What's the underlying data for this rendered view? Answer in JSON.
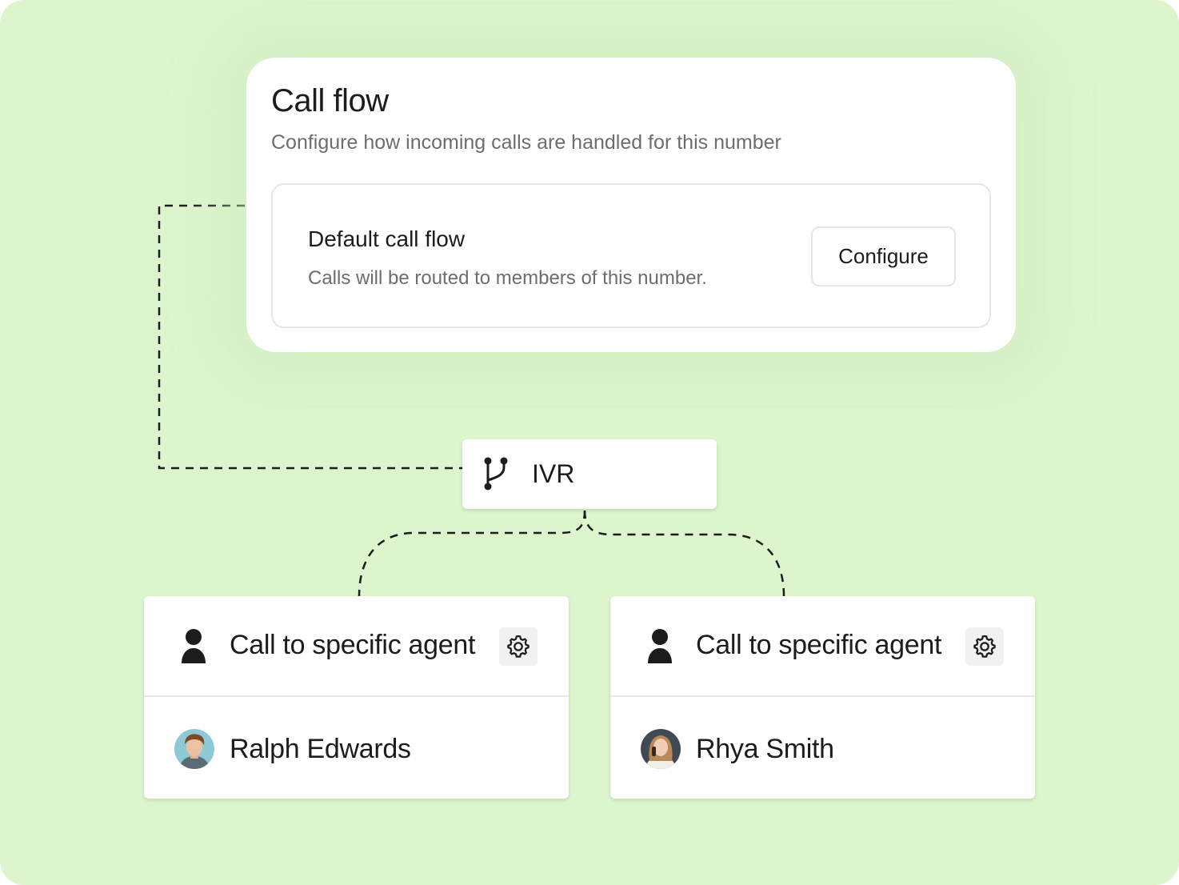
{
  "call_flow": {
    "title": "Call flow",
    "subtitle": "Configure how incoming calls are handled for this number",
    "default_flow": {
      "title": "Default call flow",
      "description": "Calls will be routed to members of this number.",
      "configure_label": "Configure"
    }
  },
  "ivr": {
    "label": "IVR",
    "icon": "branch-icon"
  },
  "agents": [
    {
      "title": "Call to specific agent",
      "icon": "person-icon",
      "settings_icon": "gear-icon",
      "name": "Ralph Edwards"
    },
    {
      "title": "Call to specific agent",
      "icon": "person-icon",
      "settings_icon": "gear-icon",
      "name": "Rhya Smith"
    }
  ],
  "colors": {
    "background": "#dcf5cc",
    "card": "#ffffff",
    "text_primary": "#1c1c1c",
    "text_secondary": "#6d6d6d",
    "connector": "#1c1c1c"
  }
}
